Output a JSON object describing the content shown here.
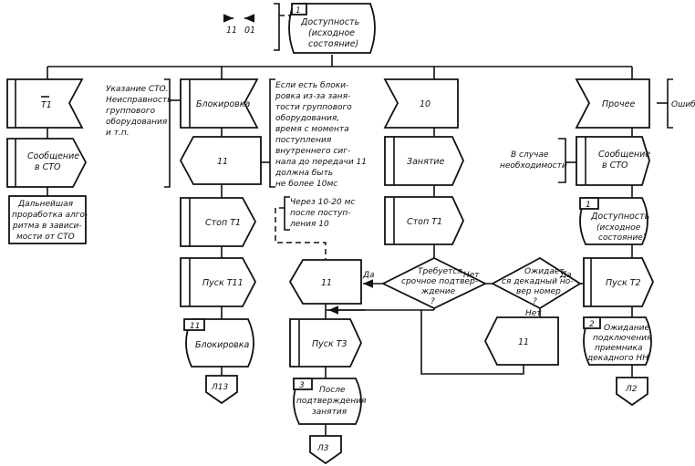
{
  "top": {
    "signals": [
      "11",
      "01"
    ],
    "state_number": "1",
    "state_lines": [
      "Доступность",
      "(исходное",
      "состояние)"
    ]
  },
  "col1": {
    "input": "T1",
    "output_lines": [
      "Сообщение",
      "в СТО"
    ],
    "note_lines": [
      "Дальнейшая",
      "проработка алго-",
      "ритма в зависи-",
      "мости от СТО"
    ],
    "comment_lines": [
      "Указание СТО.",
      "Неисправность",
      "группового",
      "оборудования",
      "и т.п."
    ]
  },
  "col2": {
    "input": "Блокировка",
    "send": "11",
    "task1": "Стоп T1",
    "task2": "Пуск T11",
    "state_number": "11",
    "state": "Блокировка",
    "connector": "Л13",
    "comment_lines": [
      "Если есть блоки-",
      "ровка из-за заня-",
      "тости группового",
      "оборудования,",
      "время с момента",
      "поступления",
      "внутреннего сиг-",
      "нала до передачи 11",
      "должна быть",
      "не более  10мс"
    ],
    "dashed_comment_lines": [
      "Через 10-20 мс",
      "после поступ-",
      "ления 10"
    ]
  },
  "col3": {
    "send": "11",
    "task": "Пуск T3",
    "state_number": "3",
    "state_lines": [
      "После",
      "подтверждения",
      "занятия"
    ],
    "connector": "Л3"
  },
  "col4": {
    "input": "10",
    "task1": "Занятие",
    "task2": "Стоп T1",
    "decision1_lines": [
      "Требуется",
      "срочное подтвер-",
      "ждение",
      "?"
    ],
    "decision2_lines": [
      "Ожидает-",
      "ся декадный но-",
      "вер номер",
      "?"
    ],
    "send": "11",
    "yes": "Да",
    "no": "Нет"
  },
  "col5": {
    "input": "Прочее",
    "input_comment": "Ошибка",
    "output_lines": [
      "Сообщение",
      "в СТО"
    ],
    "output_comment_lines": [
      "В случае",
      "необходимости"
    ],
    "state1_number": "1",
    "state1_lines": [
      "Доступность",
      "(исходное",
      "состояние)"
    ],
    "task": "Пуск T2",
    "state2_number": "2",
    "state2_lines": [
      "Ожидание",
      "подключения",
      "приемника",
      "декадного НН"
    ],
    "connector": "Л2"
  }
}
